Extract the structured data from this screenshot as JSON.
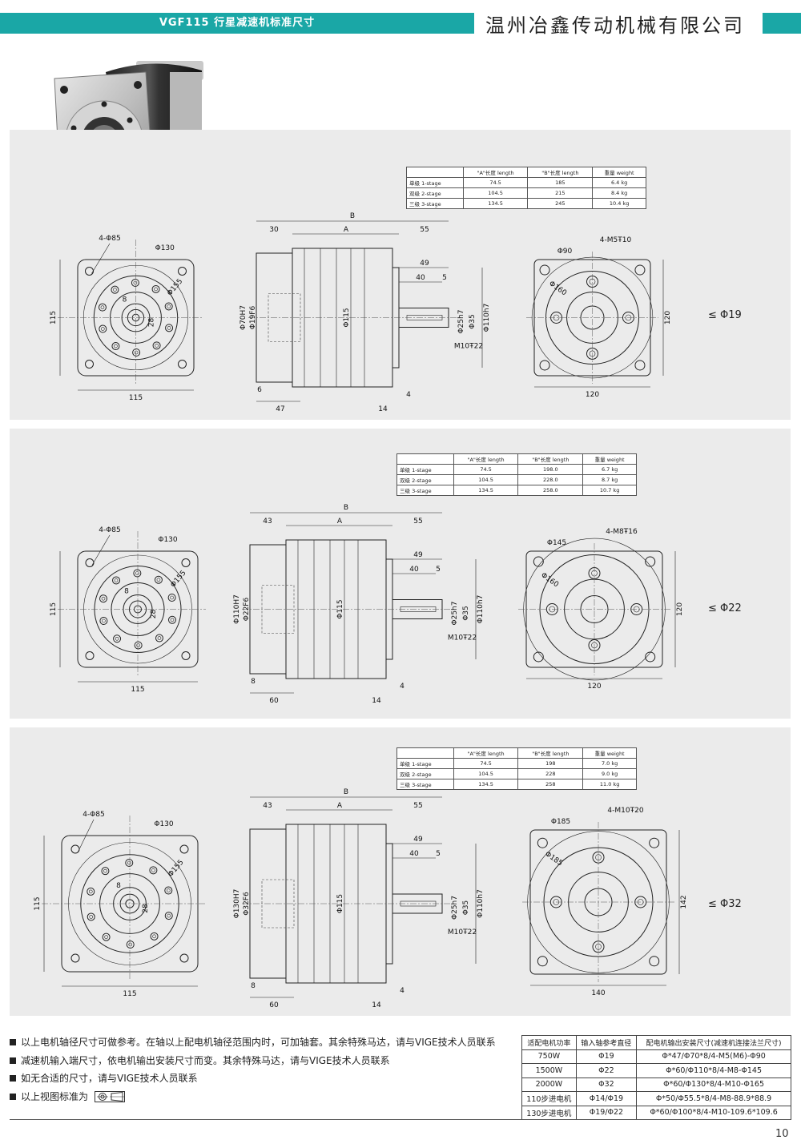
{
  "header": {
    "title": "VGF115 行星减速机标准尺寸",
    "company": "温州冶鑫传动机械有限公司"
  },
  "table_headers": [
    "",
    "\"A\"长度 length",
    "\"B\"长度  length",
    "重量 weight"
  ],
  "stage_names": [
    "单级 1-stage",
    "双级 2-stage",
    "三级 3-stage"
  ],
  "a_lengths": [
    "74.5",
    "104.5",
    "134.5"
  ],
  "panels": [
    {
      "b_lengths": [
        "185",
        "215",
        "245"
      ],
      "weights": [
        "6.4 kg",
        "8.4 kg",
        "10.4 kg"
      ],
      "shaft_label": "≤ Φ19",
      "dims": {
        "holes": "4-Φ85",
        "pcd": "Φ130",
        "key": "8",
        "shaft_h": "28",
        "r": "Φ155",
        "square": "115",
        "height": "115",
        "b": "B",
        "a": "A",
        "in_len": "30",
        "out_len": "55",
        "l49": "49",
        "l40": "40",
        "l5": "5",
        "bore": "Φ70H7",
        "bore2": "Φ19F6",
        "body": "Φ115",
        "shaft": "Φ25h7",
        "shaft2": "Φ35",
        "pilot": "Φ110h7",
        "thread": "M10Ŧ22",
        "base": "6",
        "flange": "47",
        "f14": "14",
        "f4": "4",
        "tap": "4-M5Ŧ10",
        "in_pcd": "Φ90",
        "out_pcd": "Φ160",
        "r_width": "120",
        "r_height": "120"
      }
    },
    {
      "b_lengths": [
        "198.0",
        "228.0",
        "258.0"
      ],
      "weights": [
        "6.7 kg",
        "8.7 kg",
        "10.7 kg"
      ],
      "shaft_label": "≤ Φ22",
      "dims": {
        "holes": "4-Φ85",
        "pcd": "Φ130",
        "key": "8",
        "shaft_h": "28",
        "r": "Φ155",
        "square": "115",
        "height": "115",
        "b": "B",
        "a": "A",
        "in_len": "43",
        "out_len": "55",
        "l49": "49",
        "l40": "40",
        "l5": "5",
        "bore": "Φ110H7",
        "bore2": "Φ22F6",
        "body": "Φ115",
        "shaft": "Φ25h7",
        "shaft2": "Φ35",
        "pilot": "Φ110h7",
        "thread": "M10Ŧ22",
        "base": "8",
        "flange": "60",
        "f14": "14",
        "f4": "4",
        "tap": "4-M8Ŧ16",
        "in_pcd": "Φ145",
        "out_pcd": "Φ160",
        "r_width": "120",
        "r_height": "120"
      }
    },
    {
      "b_lengths": [
        "198",
        "228",
        "258"
      ],
      "weights": [
        "7.0 kg",
        "9.0 kg",
        "11.0 kg"
      ],
      "shaft_label": "≤ Φ32",
      "dims": {
        "holes": "4-Φ85",
        "pcd": "Φ130",
        "key": "8",
        "shaft_h": "28",
        "r": "Φ155",
        "square": "115",
        "height": "115",
        "b": "B",
        "a": "A",
        "in_len": "43",
        "out_len": "55",
        "l49": "49",
        "l40": "40",
        "l5": "5",
        "bore": "Φ130H7",
        "bore2": "Φ32F6",
        "body": "Φ115",
        "shaft": "Φ25h7",
        "shaft2": "Φ35",
        "pilot": "Φ110h7",
        "thread": "M10Ŧ22",
        "base": "8",
        "flange": "60",
        "f14": "14",
        "f4": "4",
        "tap": "4-M10Ŧ20",
        "in_pcd": "Φ185",
        "out_pcd": "Φ185",
        "r_width": "140",
        "r_height": "142"
      }
    }
  ],
  "notes": [
    "以上电机轴径尺寸可做参考。在轴以上配电机轴径范围内时，可加轴套。其余特殊马达，请与VIGE技术人员联系",
    "减速机输入端尺寸，依电机输出安装尺寸而变。其余特殊马达，请与VIGE技术人员联系",
    "如无合适的尺寸，请与VIGE技术人员联系",
    "以上视图标准为"
  ],
  "motor_table": {
    "headers": [
      "适配电机功率",
      "输入轴参考直径",
      "配电机输出安装尺寸(减速机连接法兰尺寸)"
    ],
    "rows": [
      [
        "750W",
        "Φ19",
        "Φ*47/Φ70*8/4-M5(M6)-Φ90"
      ],
      [
        "1500W",
        "Φ22",
        "Φ*60/Φ110*8/4-M8-Φ145"
      ],
      [
        "2000W",
        "Φ32",
        "Φ*60/Φ130*8/4-M10-Φ165"
      ],
      [
        "110步进电机",
        "Φ14/Φ19",
        "Φ*50/Φ55.5*8/4-M8-88.9*88.9"
      ],
      [
        "130步进电机",
        "Φ19/Φ22",
        "Φ*60/Φ100*8/4-M10-109.6*109.6"
      ]
    ]
  },
  "page_number": "10",
  "colors": {
    "accent": "#1aa7a6",
    "panel": "#ebebeb"
  }
}
